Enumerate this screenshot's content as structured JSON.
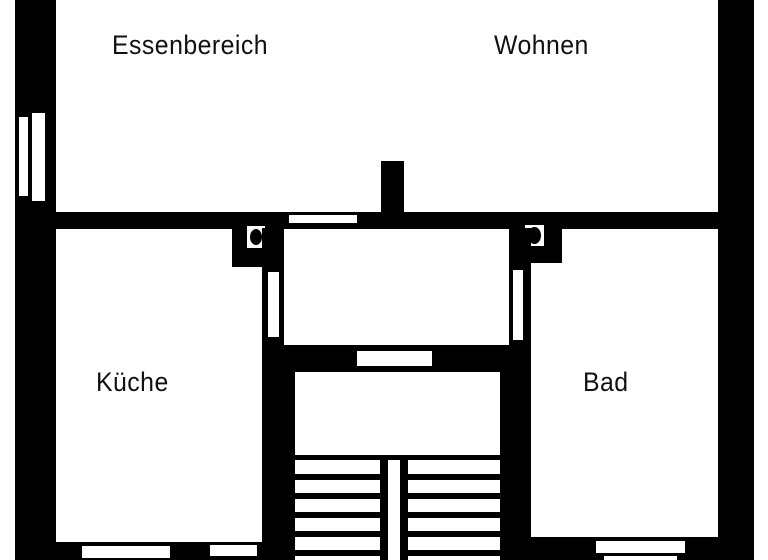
{
  "plan": {
    "type": "floor-plan",
    "colors": {
      "wall": "#000000",
      "floor": "#ffffff",
      "text": "#111111"
    },
    "rooms": [
      {
        "id": "essenbereich",
        "label": "Essenbereich"
      },
      {
        "id": "wohnen",
        "label": "Wohnen"
      },
      {
        "id": "kueche",
        "label": "Küche"
      },
      {
        "id": "bad",
        "label": "Bad"
      }
    ],
    "stairs": {
      "left_flight_steps": 6,
      "right_flight_steps": 6
    },
    "fixtures": {
      "chimneys": 2
    }
  }
}
